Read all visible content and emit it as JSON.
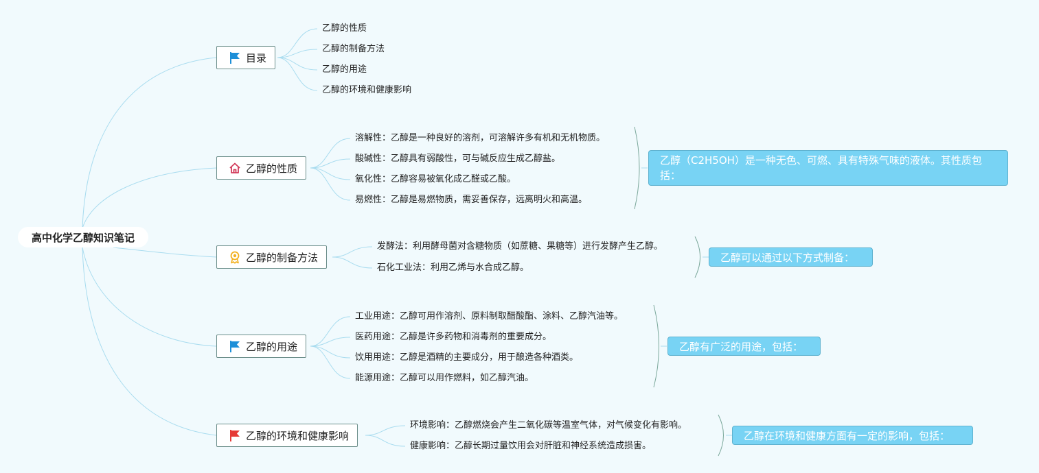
{
  "root": {
    "title": "高中化学乙醇知识笔记"
  },
  "branches": [
    {
      "label": "目录",
      "icon": "blue-flag-icon",
      "leaves": [
        "乙醇的性质",
        "乙醇的制备方法",
        "乙醇的用途",
        "乙醇的环境和健康影响"
      ]
    },
    {
      "label": "乙醇的性质",
      "icon": "house-icon",
      "leaves": [
        "溶解性：乙醇是一种良好的溶剂，可溶解许多有机和无机物质。",
        "酸碱性：乙醇具有弱酸性，可与碱反应生成乙醇盐。",
        "氧化性：乙醇容易被氧化成乙醛或乙酸。",
        "易燃性：乙醇是易燃物质，需妥善保存，远离明火和高温。"
      ],
      "summary": "乙醇（C2H5OH）是一种无色、可燃、具有特殊气味的液体。其性质包括："
    },
    {
      "label": "乙醇的制备方法",
      "icon": "award-ribbon-icon",
      "leaves": [
        "发酵法：利用酵母菌对含糖物质（如蔗糖、果糖等）进行发酵产生乙醇。",
        "石化工业法：利用乙烯与水合成乙醇。"
      ],
      "summary": "乙醇可以通过以下方式制备："
    },
    {
      "label": "乙醇的用途",
      "icon": "blue-flag-icon",
      "leaves": [
        "工业用途：乙醇可用作溶剂、原料制取醋酸酯、涂料、乙醇汽油等。",
        "医药用途：乙醇是许多药物和消毒剂的重要成分。",
        "饮用用途：乙醇是酒精的主要成分，用于酿造各种酒类。",
        "能源用途：乙醇可以用作燃料，如乙醇汽油。"
      ],
      "summary": "乙醇有广泛的用途，包括："
    },
    {
      "label": "乙醇的环境和健康影响",
      "icon": "red-flag-icon",
      "leaves": [
        "环境影响：乙醇燃烧会产生二氧化碳等温室气体，对气候变化有影响。",
        "健康影响：乙醇长期过量饮用会对肝脏和神经系统造成损害。"
      ],
      "summary": "乙醇在环境和健康方面有一定的影响，包括："
    }
  ],
  "colors": {
    "background": "#f1fafd",
    "connector": "#a9dcef",
    "summary_fill": "#78d3f4",
    "brace": "#7aa79a",
    "blue_flag": "#1e8fd8",
    "red_flag": "#e53935",
    "house": "#d23b5a",
    "award": "#f2b01e"
  }
}
